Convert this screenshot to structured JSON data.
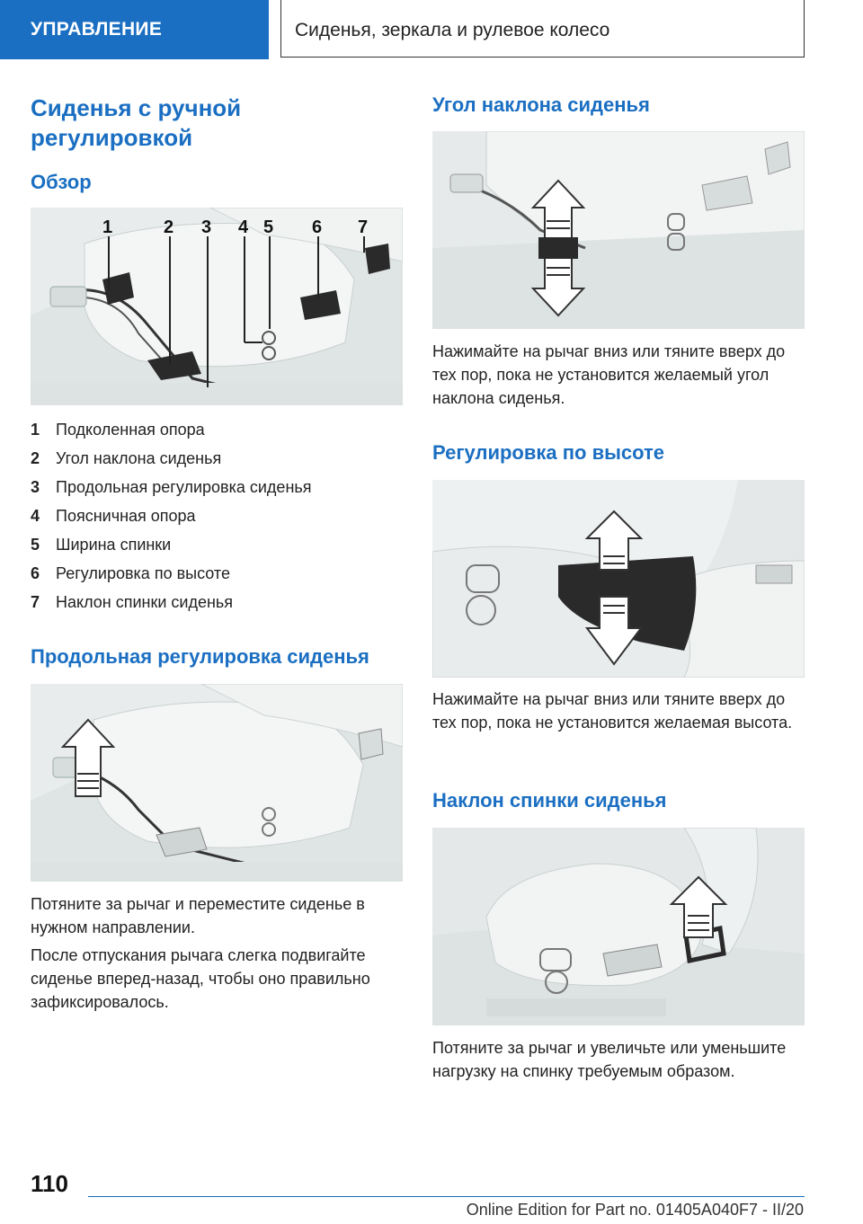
{
  "header": {
    "section": "УПРАВЛЕНИЕ",
    "chapter": "Сиденья, зеркала и рулевое колесо"
  },
  "left": {
    "title": "Сиденья с ручной регулировкой",
    "overview_heading": "Обзор",
    "overview_figure": {
      "callouts": [
        "1",
        "2",
        "3",
        "4",
        "5",
        "6",
        "7"
      ]
    },
    "legend": [
      {
        "num": "1",
        "label": "Подколенная опора"
      },
      {
        "num": "2",
        "label": "Угол наклона сиденья"
      },
      {
        "num": "3",
        "label": "Продольная регулировка сиденья"
      },
      {
        "num": "4",
        "label": "Поясничная опора"
      },
      {
        "num": "5",
        "label": "Ширина спинки"
      },
      {
        "num": "6",
        "label": "Регулировка по высоте"
      },
      {
        "num": "7",
        "label": "Наклон спинки сиденья"
      }
    ],
    "longitudinal_heading": "Продольная регулировка сиденья",
    "longitudinal_text_1": "Потяните за рычаг и переместите сиденье в нужном направлении.",
    "longitudinal_text_2": "После отпускания рычага слегка подвигайте сиденье вперед-назад, чтобы оно правильно зафиксировалось."
  },
  "right": {
    "tilt_heading": "Угол наклона сиденья",
    "tilt_text": "Нажимайте на рычаг вниз или тяните вверх до тех пор, пока не установится желаемый угол наклона сиденья.",
    "height_heading": "Регулировка по высоте",
    "height_text": "Нажимайте на рычаг вниз или тяните вверх до тех пор, пока не установится желаемая вы­сота.",
    "backrest_heading": "Наклон спинки сиденья",
    "backrest_text": "Потяните за рычаг и увеличьте или уменьшите нагрузку на спинку требуемым образом."
  },
  "footer": {
    "page_number": "110",
    "edition": "Online Edition for Part no. 01405A040F7 - II/20"
  },
  "colors": {
    "accent": "#1b6fc2",
    "figure_bg": "#e9eded",
    "lever": "#2a2a2a"
  }
}
